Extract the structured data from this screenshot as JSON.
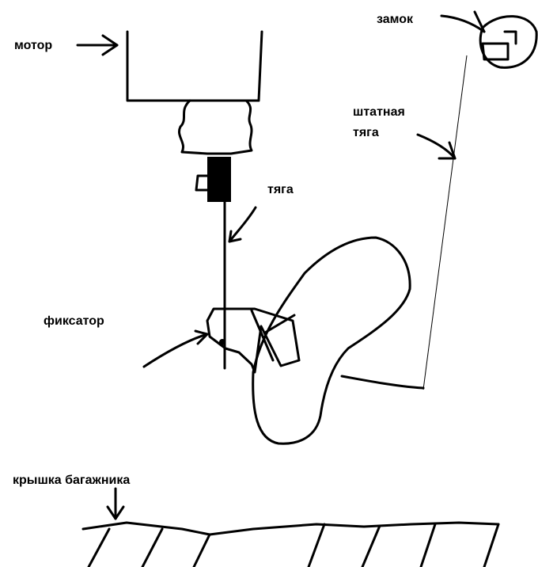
{
  "labels": {
    "motor": "мотор",
    "lock": "замок",
    "factory_rod_line1": "штатная",
    "factory_rod_line2": "тяга",
    "rod": "тяга",
    "latch": "фиксатор",
    "trunk_lid": "крышка багажника"
  },
  "colors": {
    "ink": "#000000",
    "background": "#ffffff"
  }
}
